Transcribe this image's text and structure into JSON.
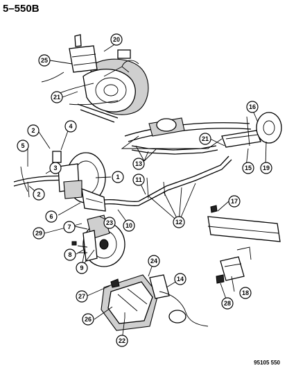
{
  "page_code": "5–550B",
  "figure_code": "95105 550",
  "callouts": [
    "20",
    "25",
    "21",
    "16",
    "2",
    "4",
    "21",
    "5",
    "3",
    "13",
    "1",
    "2",
    "11",
    "17",
    "6",
    "15",
    "19",
    "29",
    "23",
    "12",
    "7",
    "10",
    "8",
    "9",
    "24",
    "14",
    "27",
    "18",
    "28",
    "26",
    "22"
  ]
}
